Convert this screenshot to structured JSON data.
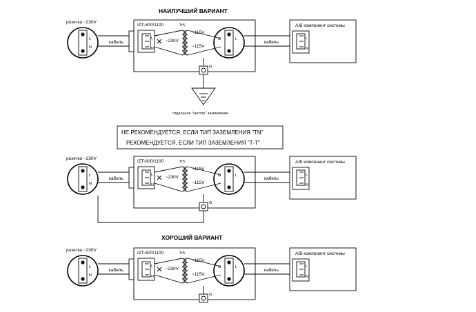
{
  "headings": {
    "best": "НАИЛУЧШИЙ ВАРИАНТ",
    "good": "ХОРОШИЙ ВАРИАНТ"
  },
  "note": {
    "line1": "НЕ РЕКОМЕНДУЕТСЯ, ЕСЛИ ТИП ЗАЗЕМЛЕНИЯ \"TN\"",
    "line2": "РЕКОМЕНДУЕТСЯ, ЕСЛИ ТИП ЗАЗЕМЛЕНИЯ \"Т-Т\""
  },
  "ground_caption": "отдельное \"чистое\" заземление",
  "variants": [
    {
      "socket_label": "розетка ~230V",
      "cable_left": "кабель",
      "cable_right": "кабель",
      "device_label": "IZT-600/1100",
      "transformer_label": "Tr5",
      "v115a": "~115V",
      "v115b": "~115V",
      "v230": "~230V",
      "av_label": "A/B компонент системы",
      "ground_mark": "G"
    },
    {
      "socket_label": "розетка ~230V",
      "cable_left": "кабель",
      "cable_right": "кабель",
      "device_label": "IZT-600/1100",
      "transformer_label": "Tr5",
      "v115a": "~115V",
      "v115b": "~115V",
      "v230": "~230V",
      "av_label": "A/B компонент системы",
      "ground_mark": "G"
    },
    {
      "socket_label": "розетка ~230V",
      "cable_left": "кабель",
      "cable_right": "кабель",
      "device_label": "IZT-600/1100",
      "transformer_label": "Tr5",
      "v115a": "~115V",
      "v115b": "~115V",
      "v230": "~230V",
      "av_label": "A/B компонент системы",
      "ground_mark": "G"
    }
  ],
  "pin_letters": {
    "l": "L",
    "n": "N",
    "g": "G"
  }
}
